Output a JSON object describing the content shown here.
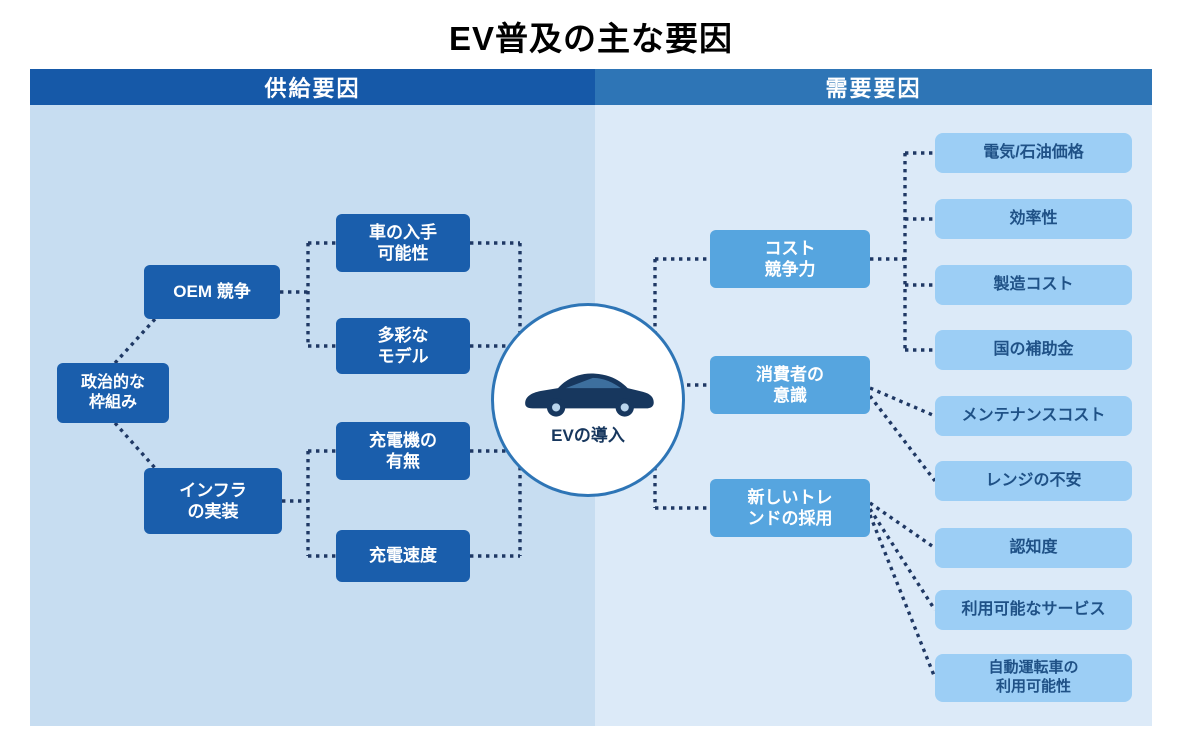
{
  "title": "EV普及の主な要因",
  "supply": {
    "header": "供給要因",
    "root": {
      "label": "政治的な\n枠組み"
    },
    "branches": [
      {
        "label": "OEM 競争",
        "children": [
          {
            "label": "車の入手\n可能性"
          },
          {
            "label": "多彩な\nモデル"
          }
        ]
      },
      {
        "label": "インフラ\nの実装",
        "children": [
          {
            "label": "充電機の\n有無"
          },
          {
            "label": "充電速度"
          }
        ]
      }
    ]
  },
  "center": {
    "label": "EVの導入"
  },
  "demand": {
    "header": "需要要因",
    "branches": [
      {
        "label": "コスト\n競争力",
        "children": [
          {
            "label": "電気/石油価格"
          },
          {
            "label": "効率性"
          },
          {
            "label": "製造コスト"
          },
          {
            "label": "国の補助金"
          }
        ]
      },
      {
        "label": "消費者の\n意識",
        "children": [
          {
            "label": "メンテナンスコスト"
          },
          {
            "label": "レンジの不安"
          }
        ]
      },
      {
        "label": "新しいトレ\nンドの採用",
        "children": [
          {
            "label": "認知度"
          },
          {
            "label": "利用可能なサービス"
          },
          {
            "label": "自動運転車の\n利用可能性"
          }
        ]
      }
    ]
  },
  "colors": {
    "supply_header_bg": "#1659A8",
    "demand_header_bg": "#2E75B6",
    "supply_panel_bg": "#C7DDF1",
    "demand_panel_bg": "#DCEAF8",
    "dark_box_bg": "#1A5EAC",
    "mid_box_bg": "#56A5DF",
    "leaf_box_bg": "#9CCEF5",
    "leaf_text": "#1F5186",
    "connector": "#1F3864",
    "circle_border": "#2E75B6",
    "car_body": "#17375E"
  }
}
